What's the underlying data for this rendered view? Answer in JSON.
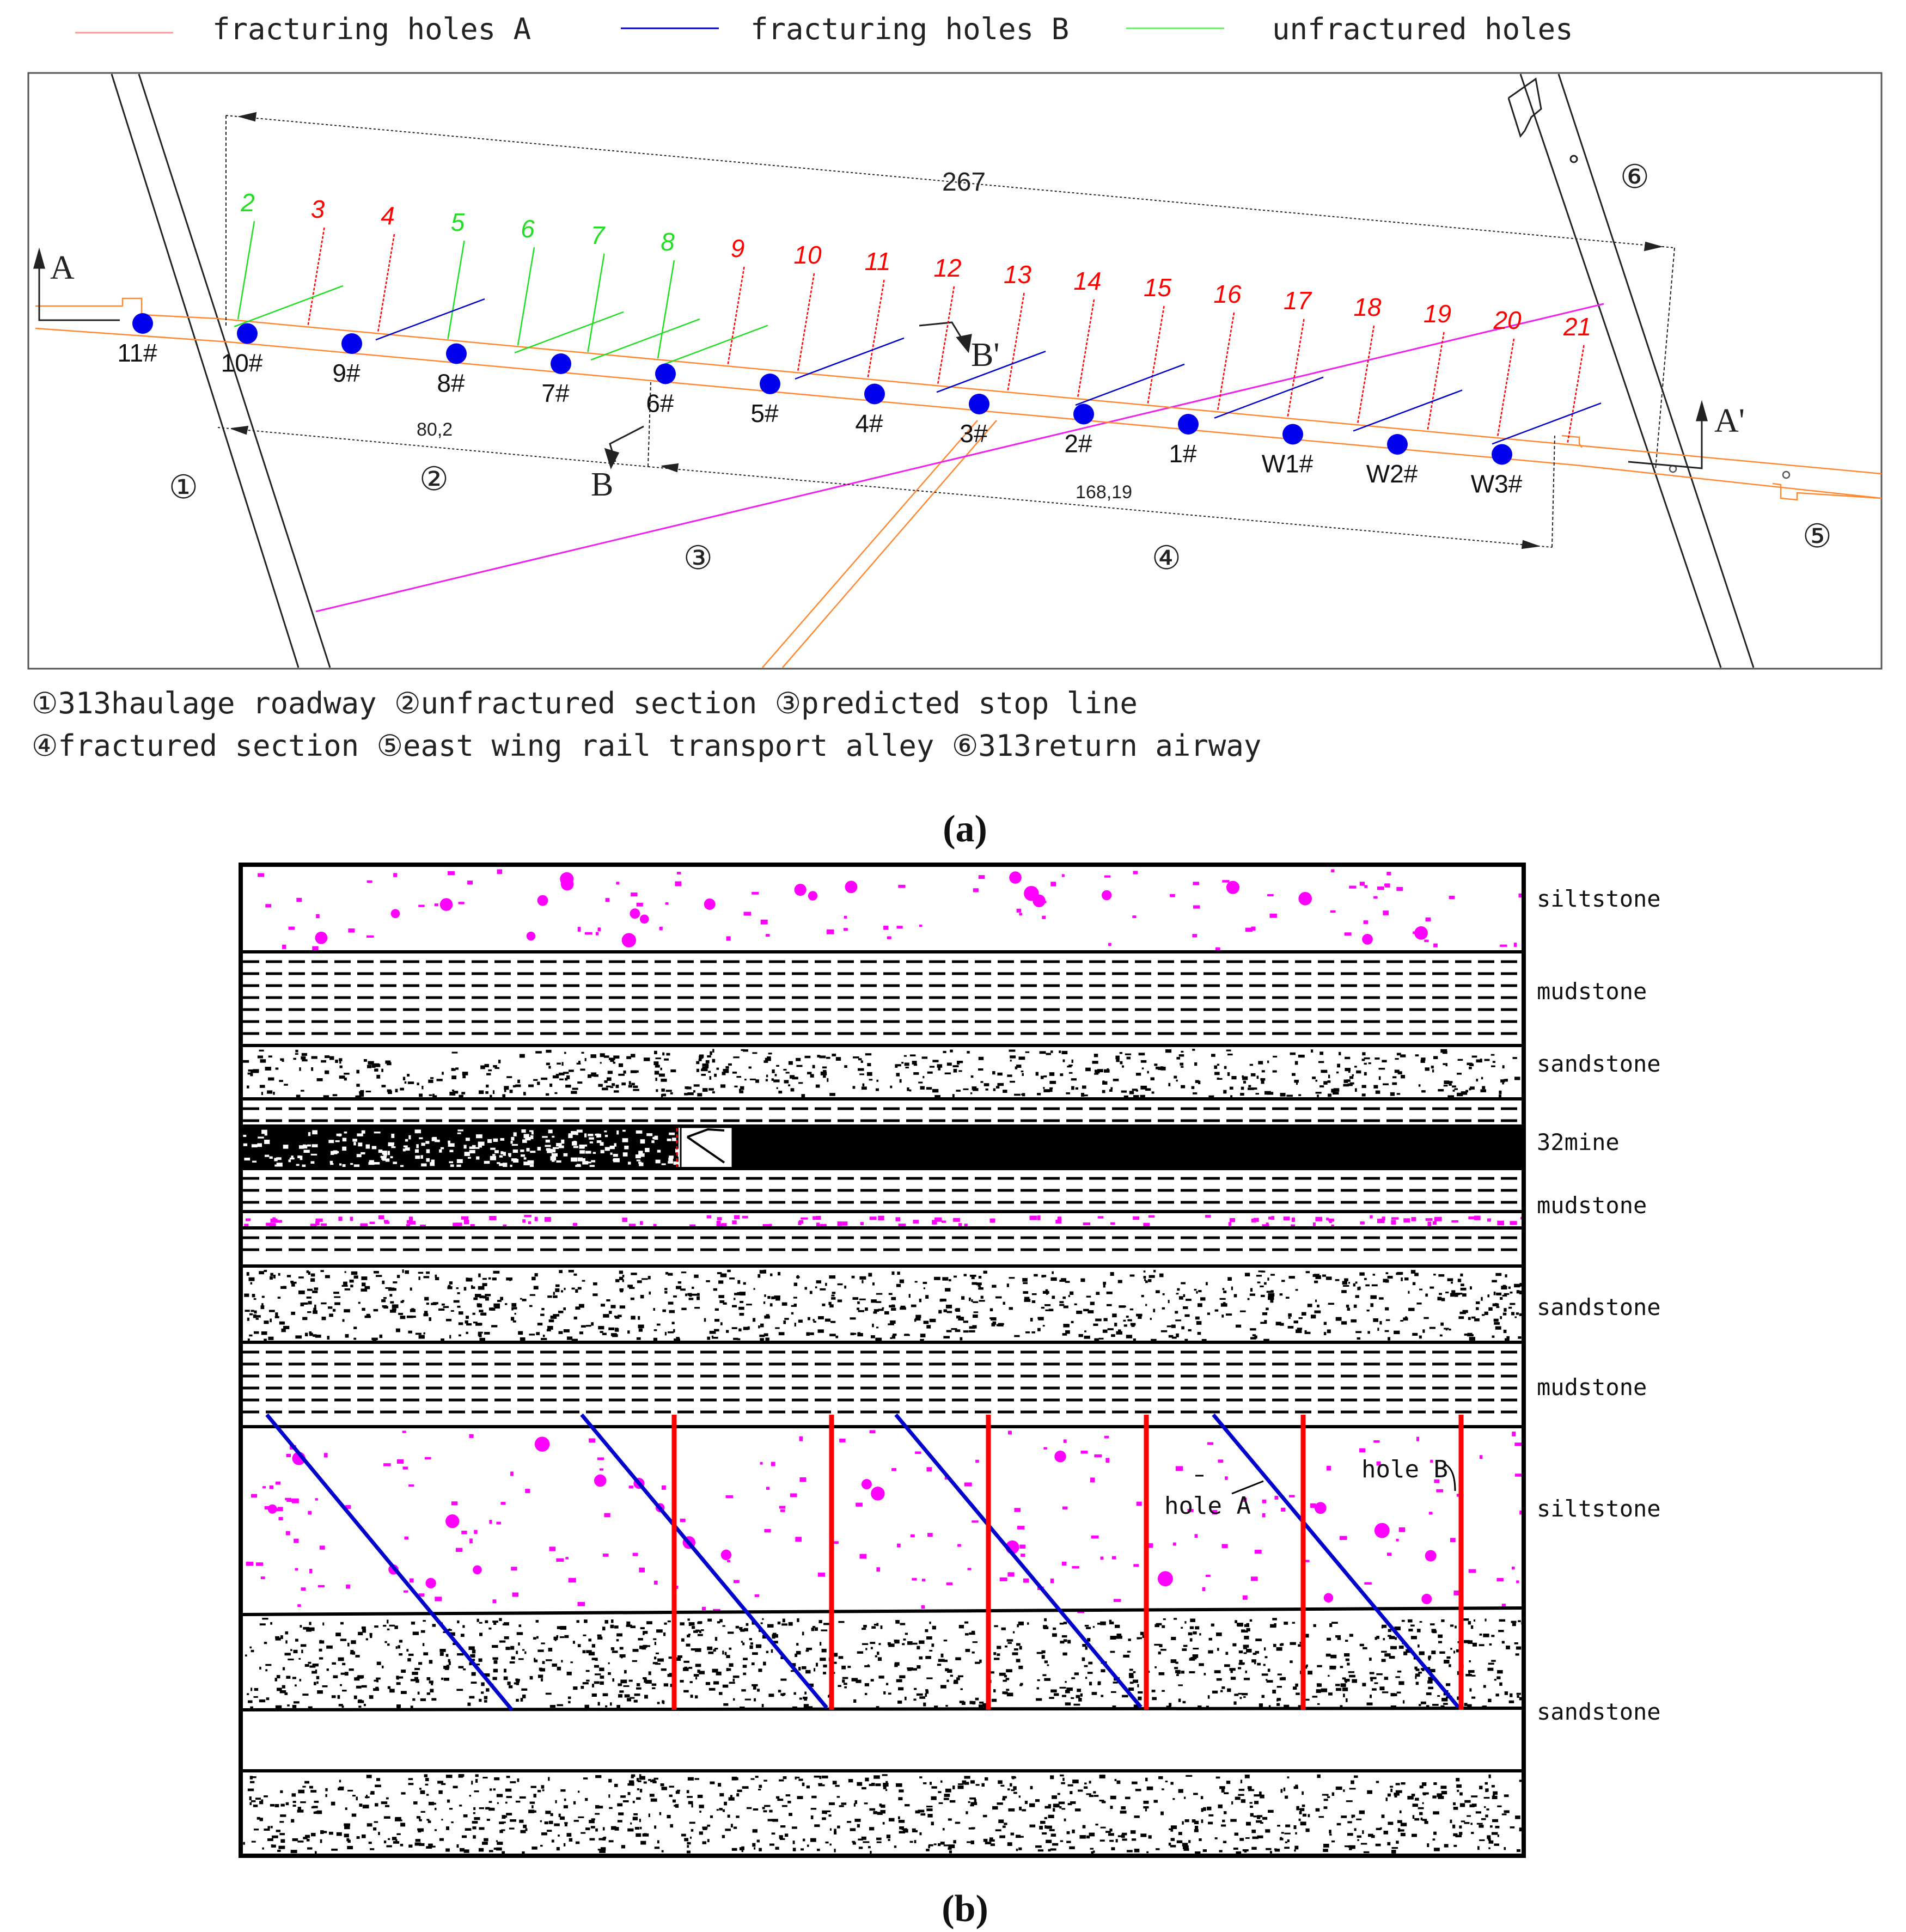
{
  "colors": {
    "hole_a": "#ff0000",
    "hole_b": "#0000cc",
    "unfractured": "#22dd22",
    "roadway": "#ff8833",
    "stop_line": "#ee22ee",
    "station": "#0000ee",
    "rock_dots": "#ff00ff"
  },
  "legend": {
    "items": [
      {
        "label": "fracturing holes A",
        "color": "#ff9999"
      },
      {
        "label": "fracturing holes B",
        "color": "#0000cc"
      },
      {
        "label": "unfractured holes",
        "color": "#66ee66"
      }
    ]
  },
  "plan": {
    "dimension_total": "267",
    "dimension_left": "80,2",
    "dimension_right": "168,19",
    "section_marks": {
      "a": "A",
      "a_prime": "A'",
      "b": "B",
      "b_prime": "B'"
    },
    "region_markers": [
      "①",
      "②",
      "③",
      "④",
      "⑤",
      "⑥"
    ],
    "hole_numbers": [
      {
        "label": "2",
        "type": "unfractured"
      },
      {
        "label": "3",
        "type": "A"
      },
      {
        "label": "4",
        "type": "A"
      },
      {
        "label": "5",
        "type": "unfractured"
      },
      {
        "label": "6",
        "type": "unfractured"
      },
      {
        "label": "7",
        "type": "unfractured"
      },
      {
        "label": "8",
        "type": "unfractured"
      },
      {
        "label": "9",
        "type": "A"
      },
      {
        "label": "10",
        "type": "A"
      },
      {
        "label": "11",
        "type": "A"
      },
      {
        "label": "12",
        "type": "A"
      },
      {
        "label": "13",
        "type": "A"
      },
      {
        "label": "14",
        "type": "A"
      },
      {
        "label": "15",
        "type": "A"
      },
      {
        "label": "16",
        "type": "A"
      },
      {
        "label": "17",
        "type": "A"
      },
      {
        "label": "18",
        "type": "A"
      },
      {
        "label": "19",
        "type": "A"
      },
      {
        "label": "20",
        "type": "A"
      },
      {
        "label": "21",
        "type": "A"
      }
    ],
    "stations": [
      "11#",
      "10#",
      "9#",
      "8#",
      "7#",
      "6#",
      "5#",
      "4#",
      "3#",
      "2#",
      "1#",
      "W1#",
      "W2#",
      "W3#"
    ]
  },
  "caption_lines": [
    "①313haulage roadway ②unfractured section ③predicted stop line",
    "④fractured section ⑤east wing rail transport alley ⑥313return airway"
  ],
  "panel_labels": {
    "a": "(a)",
    "b": "(b)"
  },
  "section": {
    "strata_labels": [
      "siltstone",
      "mudstone",
      "sandstone",
      "32mine",
      "mudstone",
      "sandstone",
      "mudstone",
      "siltstone",
      "sandstone"
    ],
    "hole_a_label": "hole A",
    "hole_b_label": "hole B"
  }
}
